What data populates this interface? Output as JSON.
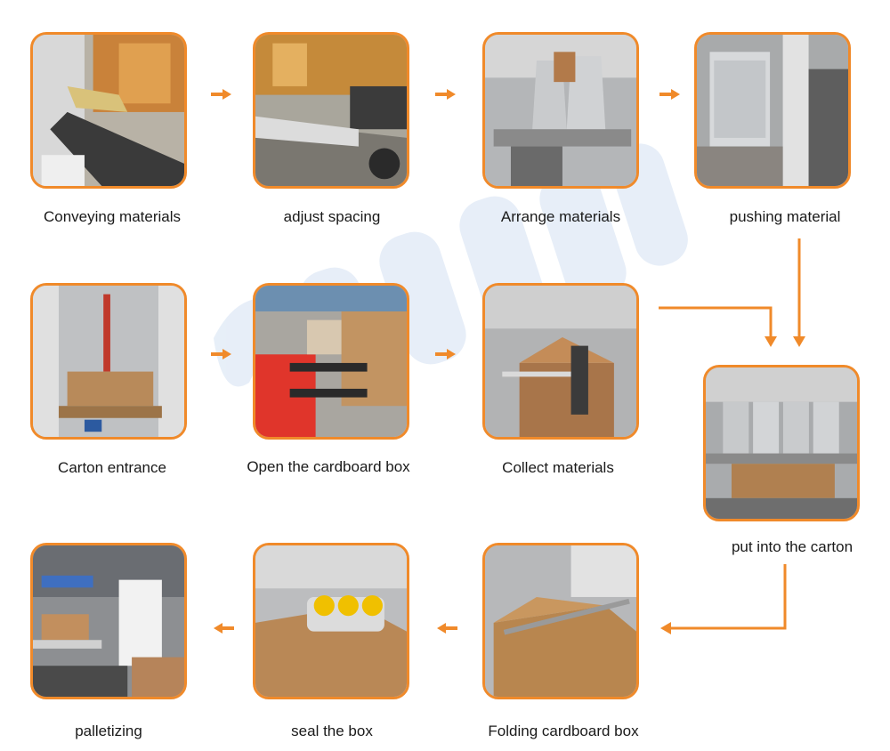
{
  "steps": [
    {
      "label": "Conveying materials"
    },
    {
      "label": "adjust spacing"
    },
    {
      "label": "Arrange materials"
    },
    {
      "label": "pushing material"
    },
    {
      "label": "Carton entrance"
    },
    {
      "label": "Open the cardboard box"
    },
    {
      "label": "Collect materials"
    },
    {
      "label": "put into the carton"
    },
    {
      "label": "palletizing"
    },
    {
      "label": "seal the box"
    },
    {
      "label": "Folding cardboard box"
    }
  ],
  "colors": {
    "accent": "#f08a2a",
    "watermark": "#dfe9f6"
  }
}
